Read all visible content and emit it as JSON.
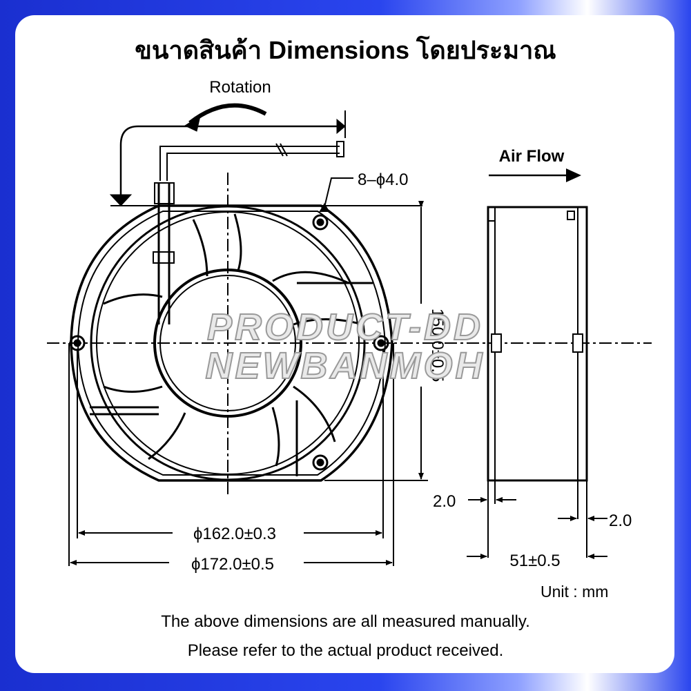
{
  "title": "ขนาดสินค้า Dimensions โดยประมาณ",
  "labels": {
    "rotation": "Rotation",
    "air_flow": "Air Flow",
    "holes": "8–ϕ4.0",
    "height": "150.0±0.5",
    "inner_diameter": "ϕ162.0±0.3",
    "outer_diameter": "ϕ172.0±0.5",
    "depth": "51±0.5",
    "flange_left": "2.0",
    "flange_right": "2.0"
  },
  "watermark": {
    "line1": "PRODUCT-DD",
    "line2": "NEWBANMOH"
  },
  "unit": "Unit : mm",
  "notes": [
    "The above dimensions are all measured manually.",
    "Please refer to the actual product received."
  ],
  "colors": {
    "frame": "#2a45ee",
    "ink": "#000000"
  }
}
